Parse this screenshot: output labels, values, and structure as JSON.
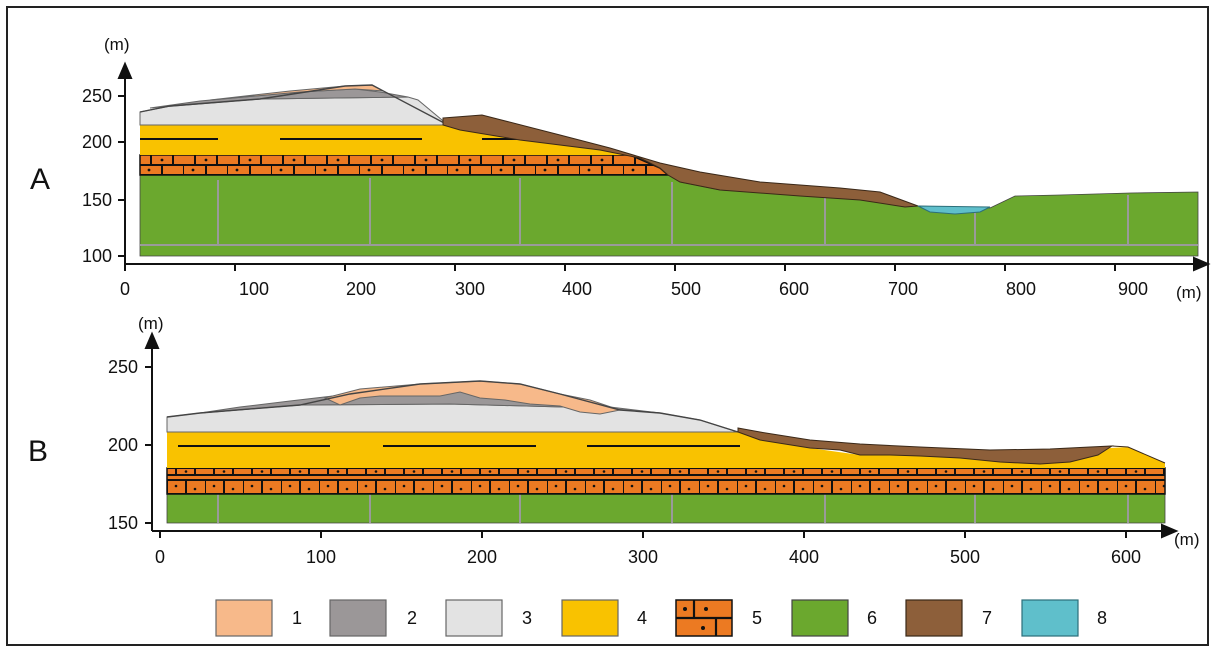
{
  "profile_a": {
    "label": "A",
    "y_unit": "(m)",
    "x_unit": "(m)",
    "y_ticks": [
      "100",
      "150",
      "200",
      "250"
    ],
    "x_ticks": [
      "0",
      "100",
      "200",
      "300",
      "400",
      "500",
      "600",
      "700",
      "800",
      "900"
    ]
  },
  "profile_b": {
    "label": "B",
    "y_unit": "(m)",
    "x_unit": "(m)",
    "y_ticks": [
      "150",
      "200",
      "250"
    ],
    "x_ticks": [
      "0",
      "100",
      "200",
      "300",
      "400",
      "500",
      "600"
    ]
  },
  "legend": [
    {
      "label": "1",
      "color": "#f7b98a"
    },
    {
      "label": "2",
      "color": "#9b9798"
    },
    {
      "label": "3",
      "color": "#e3e3e3"
    },
    {
      "label": "4",
      "color": "#f9c200",
      "pattern": "plain"
    },
    {
      "label": "5",
      "color": "#ec7a22",
      "pattern": "brick-dots"
    },
    {
      "label": "6",
      "color": "#6ba82e"
    },
    {
      "label": "7",
      "color": "#8d5f3a"
    },
    {
      "label": "8",
      "color": "#5fbfcb"
    }
  ]
}
